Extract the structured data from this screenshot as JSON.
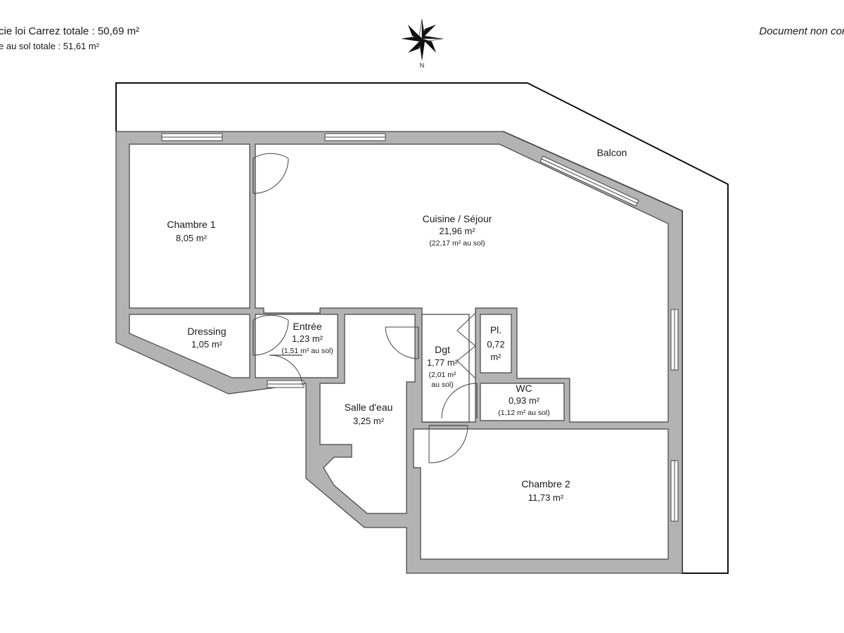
{
  "header": {
    "carrez_total": "cie loi Carrez totale :  50,69 m²",
    "sol_total": "e au sol totale :  51,61 m²",
    "disclaimer": "Document non cor"
  },
  "compass": {
    "north_label": "N"
  },
  "balcony": {
    "label": "Balcon"
  },
  "rooms": {
    "chambre1": {
      "name": "Chambre 1",
      "area": "8,05 m²"
    },
    "cuisine": {
      "name": "Cuisine / Séjour",
      "area": "21,96 m²",
      "floor": "(22,17 m² au sol)"
    },
    "dressing": {
      "name": "Dressing",
      "area": "1,05 m²"
    },
    "entree": {
      "name": "Entrée",
      "area": "1,23 m²",
      "floor": "(1,51 m² au sol)"
    },
    "salle_eau": {
      "name": "Salle d'eau",
      "area": "3,25 m²"
    },
    "dgt": {
      "name": "Dgt",
      "area": "1,77 m²",
      "floor_line1": "(2,01 m²",
      "floor_line2": "au sol)"
    },
    "placard": {
      "name": "Pl.",
      "area_line1": "0,72",
      "area_line2": "m²"
    },
    "wc": {
      "name": "WC",
      "area": "0,93 m²",
      "floor": "(1,12 m² au sol)"
    },
    "chambre2": {
      "name": "Chambre 2",
      "area": "11,73 m²"
    }
  }
}
